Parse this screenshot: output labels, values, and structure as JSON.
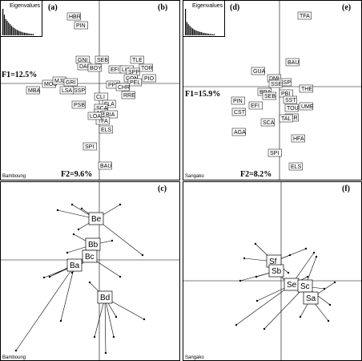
{
  "panels": {
    "a": {
      "label": "(a)",
      "eig_title": "Eigenvalues",
      "f1": "F1=12.5%",
      "f2": "F2=9.6%",
      "site": "Bamboung"
    },
    "b": {
      "label": "(b)"
    },
    "c": {
      "label": "(c)",
      "site": "Bamboung"
    },
    "d": {
      "label": "(d)",
      "eig_title": "Eigenvalues",
      "f1": "F1=15.9%",
      "f2": "F2=8.2%",
      "site": "Sangako"
    },
    "e": {
      "label": "(e)"
    },
    "f": {
      "label": "(f)",
      "site": "Sangako"
    }
  },
  "eigen_a": [
    1.0,
    0.78,
    0.62,
    0.55,
    0.48,
    0.42,
    0.36,
    0.31,
    0.27,
    0.23,
    0.2,
    0.17,
    0.15,
    0.13,
    0.11,
    0.1,
    0.09,
    0.08,
    0.07,
    0.06,
    0.05,
    0.05
  ],
  "eigen_d": [
    1.0,
    0.5,
    0.42,
    0.36,
    0.3,
    0.26,
    0.22,
    0.19,
    0.17,
    0.15,
    0.13,
    0.12,
    0.1,
    0.09,
    0.08,
    0.07,
    0.06,
    0.05,
    0.05,
    0.04,
    0.04
  ],
  "species_b": [
    "HBR",
    "PIN",
    "GNI",
    "SEB",
    "DAM",
    "BOY",
    "TLE",
    "EFI",
    "TOR",
    "LIA",
    "SPP",
    "CON",
    "PEL",
    "PIO",
    "MOU",
    "MJL",
    "GRI",
    "SSP",
    "MBA",
    "LSA",
    "PPE",
    "CHR",
    "CLI",
    "FLA",
    "PSB",
    "SCA",
    "AGA",
    "BIA",
    "RRE",
    "TFA",
    "LOA",
    "ELS",
    "SPI",
    "BAU"
  ],
  "species_e": [
    "TFA",
    "BAU",
    "GUA",
    "DMI",
    "SSP",
    "SSE",
    "THE",
    "BRA",
    "SEB",
    "PBI",
    "PIN",
    "EFI",
    "SST",
    "TOU",
    "CST",
    "UME",
    "LSR",
    "TAL",
    "SCA",
    "AGA",
    "HFA",
    "SPI",
    "ELS"
  ],
  "groups_c": [
    "Be",
    "Bb",
    "Bc",
    "Ba",
    "Bd"
  ],
  "groups_f": [
    "Sf",
    "Sb",
    "Se",
    "Sc",
    "Sa"
  ]
}
